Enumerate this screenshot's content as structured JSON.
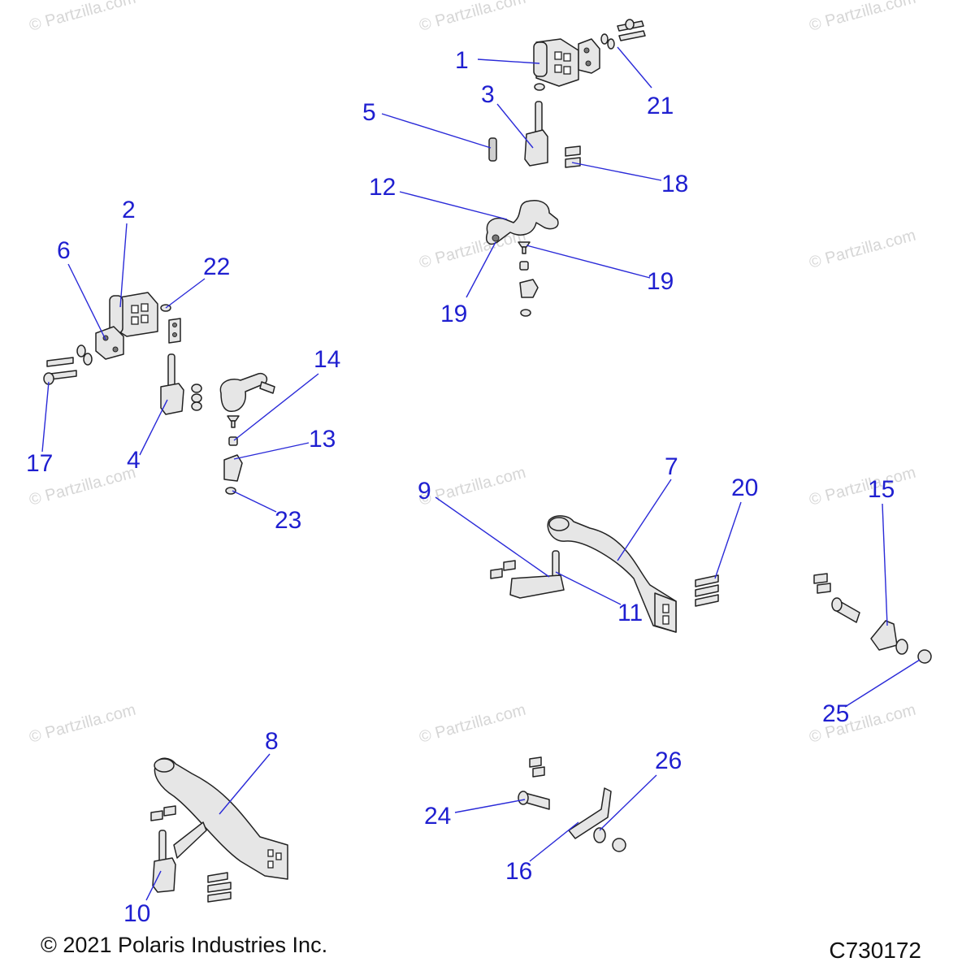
{
  "watermark": "© Partzilla.com",
  "footer": {
    "copyright": "© 2021 Polaris Industries Inc.",
    "diagram_code": "C730172"
  },
  "callouts": [
    "1",
    "2",
    "3",
    "4",
    "5",
    "6",
    "7",
    "8",
    "9",
    "10",
    "11",
    "12",
    "13",
    "14",
    "15",
    "16",
    "17",
    "18",
    "19",
    "19",
    "20",
    "21",
    "22",
    "23",
    "24",
    "25",
    "26"
  ],
  "colors": {
    "callout": "#1f1fd0",
    "leader": "#2a2ad8",
    "watermark": "#d6d6d6"
  }
}
